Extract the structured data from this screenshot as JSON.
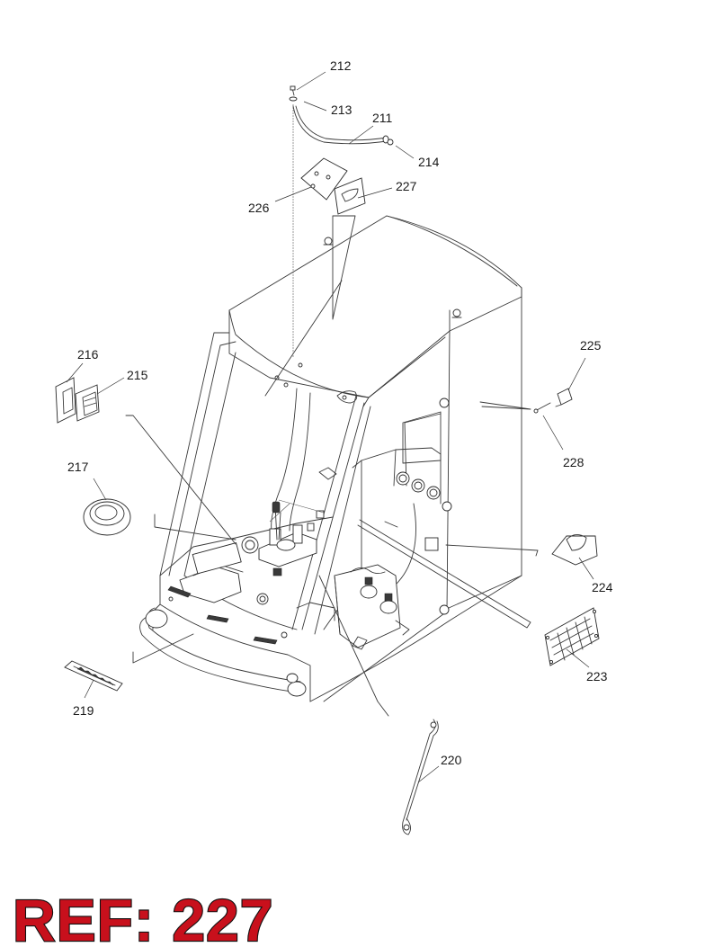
{
  "reference_label": "REF: 227",
  "colors": {
    "reference": "#c8101c",
    "line": "#3a3a3a"
  },
  "callouts": [
    {
      "id": "212",
      "text": "212"
    },
    {
      "id": "213",
      "text": "213"
    },
    {
      "id": "211",
      "text": "211"
    },
    {
      "id": "214",
      "text": "214"
    },
    {
      "id": "226",
      "text": "226"
    },
    {
      "id": "227",
      "text": "227"
    },
    {
      "id": "216",
      "text": "216"
    },
    {
      "id": "215",
      "text": "215"
    },
    {
      "id": "225",
      "text": "225"
    },
    {
      "id": "228",
      "text": "228"
    },
    {
      "id": "217",
      "text": "217"
    },
    {
      "id": "224",
      "text": "224"
    },
    {
      "id": "223",
      "text": "223"
    },
    {
      "id": "219",
      "text": "219"
    },
    {
      "id": "220",
      "text": "220"
    }
  ]
}
